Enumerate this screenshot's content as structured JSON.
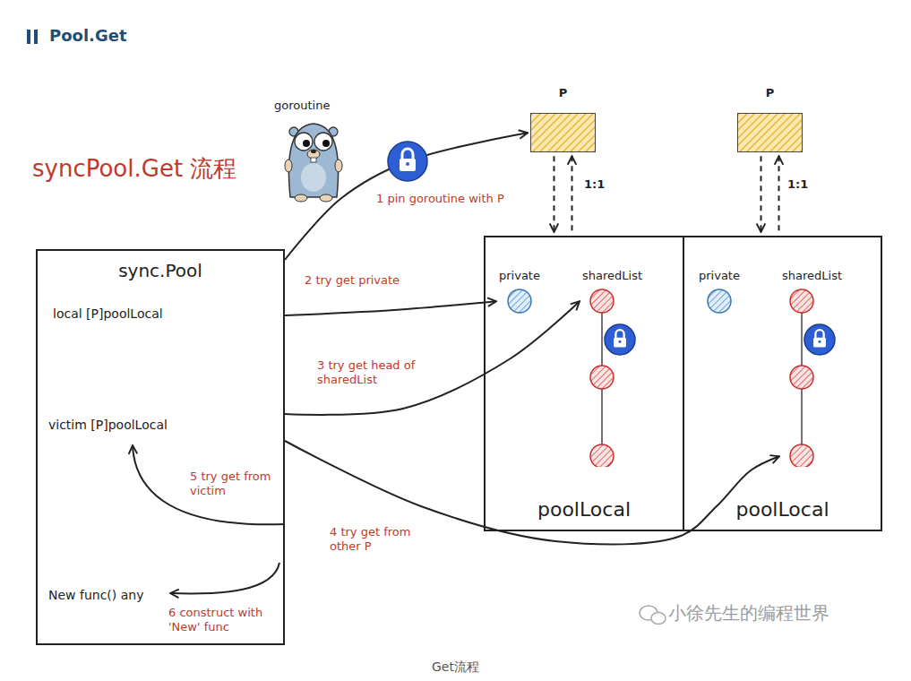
{
  "diagram": {
    "title": "Pool.Get",
    "caption": "Get流程",
    "nodes": [
      {
        "text": [
          "sync.Pool",
          "local [P]poolLocal",
          "victim [P]poolLocal",
          "New func() any"
        ]
      },
      {
        "text": [
          "P"
        ]
      },
      {
        "text": [
          "P"
        ]
      },
      {
        "text": [
          "poolLocal"
        ]
      },
      {
        "text": [
          "private"
        ],
        "in": 3
      },
      {
        "text": [
          "sharedList"
        ],
        "in": 3
      },
      {
        "text": [
          "poolLocal"
        ]
      },
      {
        "text": [
          "private"
        ],
        "in": 6
      },
      {
        "text": [
          "sharedList"
        ],
        "in": 6
      }
    ],
    "edges": [
      {
        "from": 0,
        "to": 1,
        "arrow": "to",
        "label": "1 pin goroutine with P"
      },
      {
        "from": 1,
        "to": 3,
        "arrow": "both",
        "label": "1:1"
      },
      {
        "from": 2,
        "to": 6,
        "arrow": "both",
        "label": "1:1"
      },
      {
        "from": 0,
        "to": 4,
        "arrow": "to",
        "label": "2 try get private"
      },
      {
        "from": 0,
        "to": 5,
        "arrow": "to",
        "label": "3 try get head of sharedList"
      },
      {
        "from": 0,
        "to": 8,
        "arrow": "to",
        "label": "4 try get from other P"
      }
    ],
    "labels": [
      "syncPool.Get 流程",
      "goroutine",
      "5 try get from victim",
      "6 construct with 'New' func",
      "小徐先生的编程世界"
    ]
  }
}
